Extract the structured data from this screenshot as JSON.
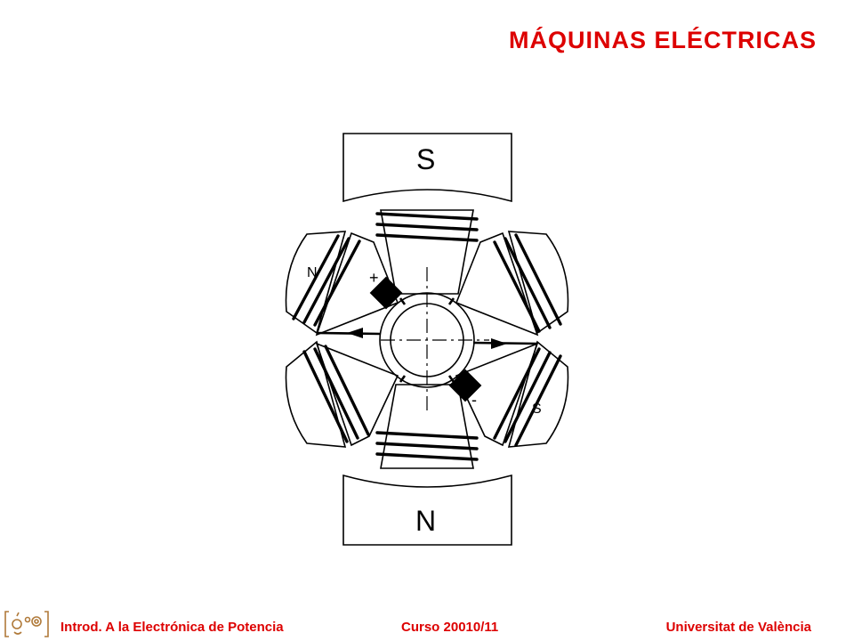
{
  "header": {
    "title": "MÁQUINAS ELÉCTRICAS"
  },
  "diagram": {
    "stator_top_label": "S",
    "stator_bottom_label": "N",
    "interpole_left_label": "N",
    "interpole_right_label": "S",
    "brush_positive_label": "+",
    "brush_negative_label": "-"
  },
  "footer": {
    "course_name": "Introd. A la Electrónica de Potencia",
    "course_year": "Curso 20010/11",
    "university": "Universitat de València"
  },
  "colors": {
    "accent": "#dd0000",
    "logo": "#b07a3a",
    "ink": "#000000"
  }
}
